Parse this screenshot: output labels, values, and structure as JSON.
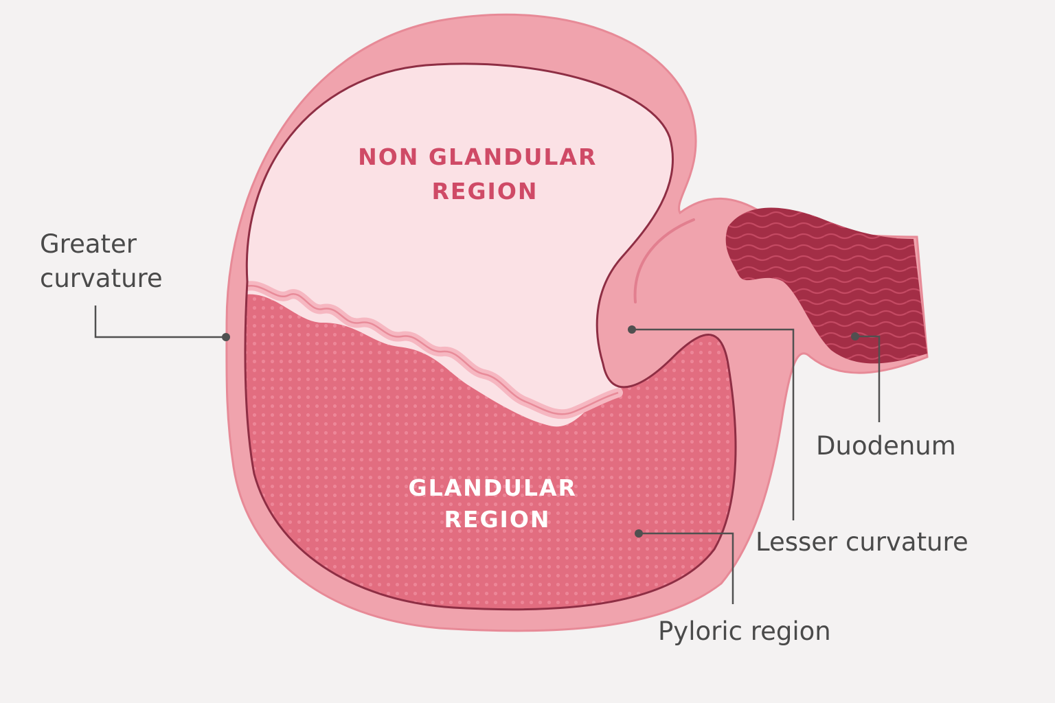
{
  "regions": {
    "non_glandular": {
      "line1": "NON GLANDULAR",
      "line2": "REGION"
    },
    "glandular": {
      "line1": "GLANDULAR",
      "line2": "REGION"
    }
  },
  "callouts": {
    "greater_curvature": {
      "line1": "Greater",
      "line2": "curvature"
    },
    "duodenum": "Duodenum",
    "lesser_curvature": "Lesser curvature",
    "pyloric_region": "Pyloric region"
  },
  "colors": {
    "background": "#f4f2f2",
    "outer_wall": "#f0a3ad",
    "inner_outline": "#8e2e44",
    "non_glandular_fill": "#fbe1e5",
    "glandular_fill": "#e26d80",
    "duodenum_fill": "#a32e46",
    "non_glandular_text": "#cf4a66",
    "glandular_text": "#ffffff"
  }
}
